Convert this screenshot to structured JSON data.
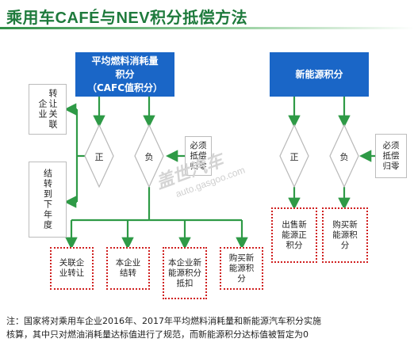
{
  "title": "乘用车CAFÉ与NEV积分抵偿方法",
  "cafc_header": {
    "line1": "平均燃料消耗量",
    "line2": "积分",
    "line3": "（CAFC值积分）"
  },
  "nev_header": "新能源积分",
  "left_side": {
    "transfer": "转让关联企业",
    "carry": "结转到下年度"
  },
  "left_diamonds": {
    "positive": "正",
    "negative": "负"
  },
  "must_offset_left": "必须抵偿归零",
  "bottom_left": {
    "b1": "关联企业转让",
    "b2": "本企业结转",
    "b3": "本企业新能源积分抵扣",
    "b4": "购买新能源积分"
  },
  "right_diamonds": {
    "positive": "正",
    "negative": "负"
  },
  "must_offset_right": "必须抵偿归零",
  "right_outcomes": {
    "sell": "出售新能源正积分",
    "buy": "购买新能源积分"
  },
  "watermark": {
    "main": "盖世汽车",
    "sub": "auto.gasgoo.com"
  },
  "note": {
    "line1": "注：国家将对乘用车企业2016年、2017年平均燃料消耗量和新能源汽车积分实施",
    "line2": "核算，其中只对燃油消耗量达标值进行了规范，而新能源积分达标值被暂定为0"
  }
}
